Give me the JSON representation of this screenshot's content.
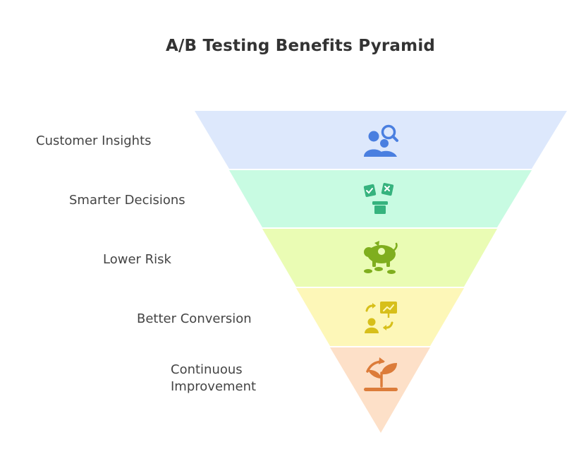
{
  "title": "A/B Testing Benefits Pyramid",
  "levels": [
    {
      "label": "Customer Insights",
      "icon": "customer-search-icon",
      "fill": "#dde8fc",
      "icon_color": "#4a7fe0"
    },
    {
      "label": "Smarter Decisions",
      "icon": "decision-box-icon",
      "fill": "#c8fbe2",
      "icon_color": "#36b37e"
    },
    {
      "label": "Lower Risk",
      "icon": "piggy-bank-icon",
      "fill": "#eafcb4",
      "icon_color": "#7fae1e"
    },
    {
      "label": "Better Conversion",
      "icon": "conversion-cycle-icon",
      "fill": "#fdf7b8",
      "icon_color": "#d7bf1a"
    },
    {
      "label_line1": "Continuous",
      "label_line2": "Improvement",
      "icon": "growth-plant-icon",
      "fill": "#fde0c8",
      "icon_color": "#dc7c3a"
    }
  ]
}
